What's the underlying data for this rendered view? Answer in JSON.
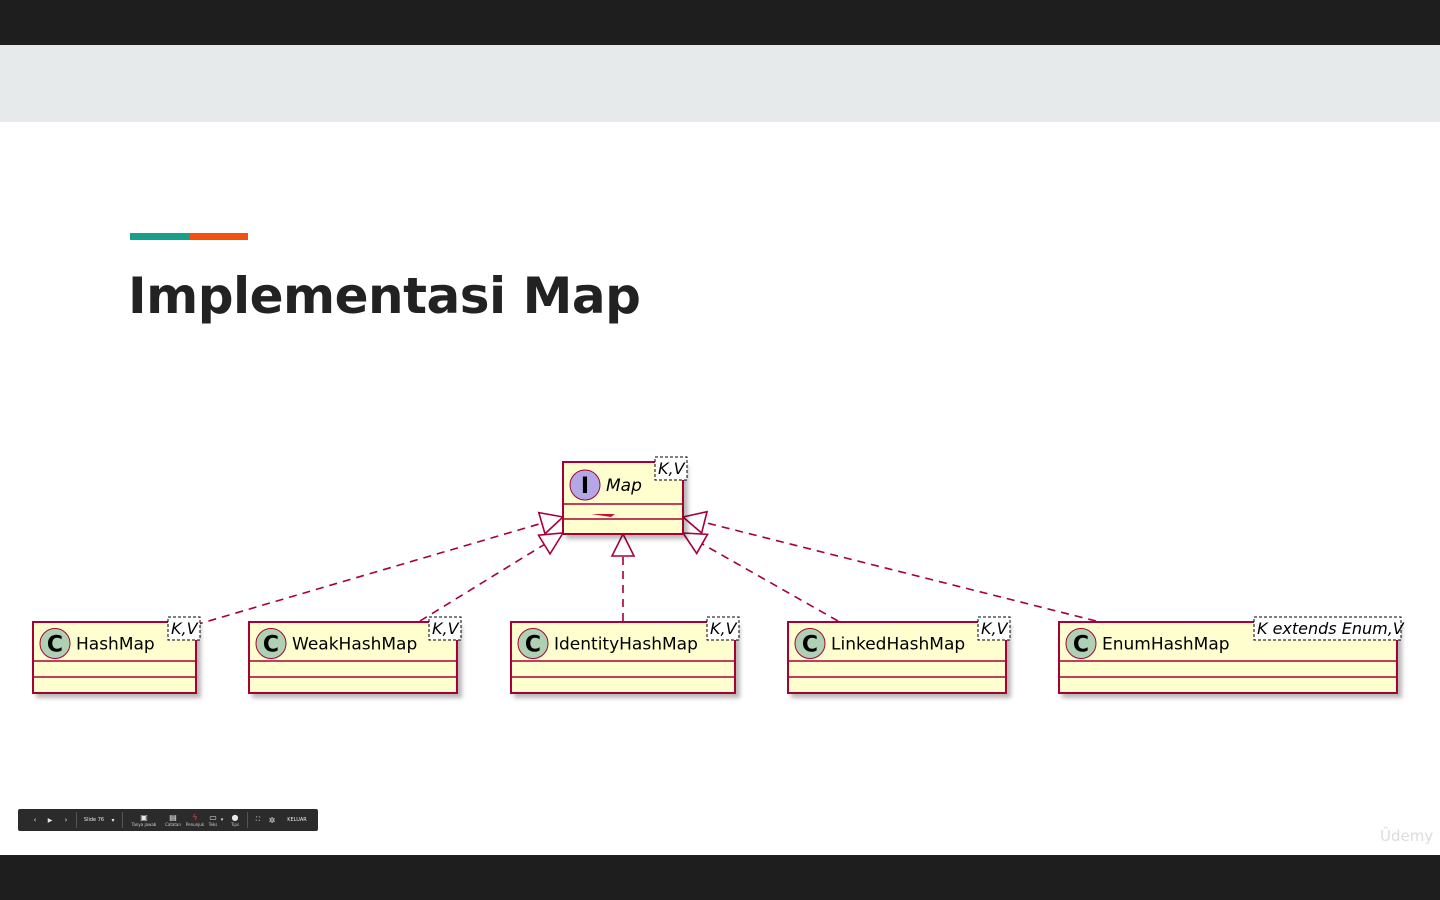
{
  "slide": {
    "title": "Implementasi Map",
    "accent_colors": {
      "teal": "#16a08c",
      "orange": "#f2520e"
    }
  },
  "diagram": {
    "colors": {
      "box_fill": "#fefece",
      "box_border": "#a80036",
      "interface_badge": "#b4a7e5",
      "class_badge": "#add1b2"
    },
    "interface": {
      "stereotype": "I",
      "name": "Map",
      "generic": "K,V"
    },
    "classes": [
      {
        "stereotype": "C",
        "name": "HashMap",
        "generic": "K,V"
      },
      {
        "stereotype": "C",
        "name": "WeakHashMap",
        "generic": "K,V"
      },
      {
        "stereotype": "C",
        "name": "IdentityHashMap",
        "generic": "K,V"
      },
      {
        "stereotype": "C",
        "name": "LinkedHashMap",
        "generic": "K,V"
      },
      {
        "stereotype": "C",
        "name": "EnumHashMap",
        "generic": "K extends Enum,V"
      }
    ]
  },
  "toolbar": {
    "prev_icon": "chevron-left-icon",
    "play_icon": "play-icon",
    "next_icon": "chevron-right-icon",
    "slide_label": "Slide 76",
    "qa_label": "Tanya jawab",
    "notes_label": "Catatan",
    "pointer_label": "Penunjuk",
    "captions_label": "Teks",
    "info_label": "Tips",
    "exit_label": "KELUAR"
  },
  "watermark": "Ûdemy"
}
